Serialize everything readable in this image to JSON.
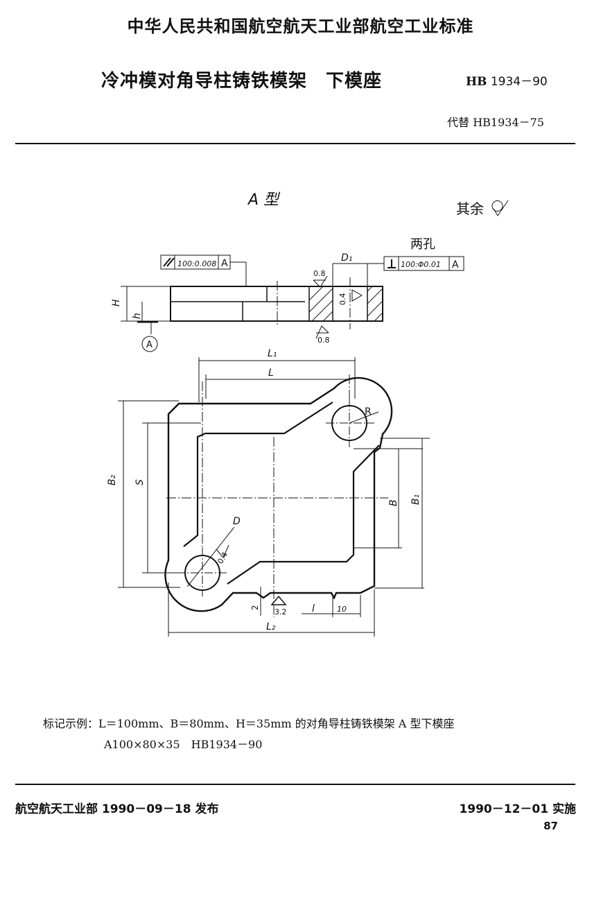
{
  "header": {
    "organization": "中华人民共和国航空航天工业部航空工业标准",
    "title": "冷冲模对角导柱铸铁模架　下模座",
    "standard_prefix": "HB",
    "standard_number": "1934－90",
    "replaces": "代替 HB1934－75"
  },
  "drawing": {
    "type_label": "A 型",
    "surface_note": "其余",
    "holes_note": "两孔",
    "parallel_tolerance": "100:0.008",
    "perpendicular_tolerance": "100:Φ0.01",
    "datum": "A",
    "roughness_top": "0.8",
    "roughness_bottom": "0.8",
    "roughness_hole": "0.4",
    "roughness_side": "0.4",
    "roughness_step": "3.2",
    "dim_H": "H",
    "dim_h": "h",
    "dim_D1": "D₁",
    "dim_L1": "L₁",
    "dim_L": "L",
    "dim_R": "R",
    "dim_B2": "B₂",
    "dim_S": "S",
    "dim_B": "B",
    "dim_B1": "B₁",
    "dim_D": "D",
    "dim_2": "2",
    "dim_l": "l",
    "dim_10": "10",
    "dim_L2": "L₂"
  },
  "example": {
    "line1": "标记示例：L＝100mm、B＝80mm、H＝35mm 的对角导柱铸铁模架 A 型下模座",
    "line2": "A100×80×35　HB1934－90"
  },
  "footer": {
    "issued": "航空航天工业部 1990－09－18 发布",
    "implemented": "1990－12－01 实施",
    "page": "87"
  }
}
